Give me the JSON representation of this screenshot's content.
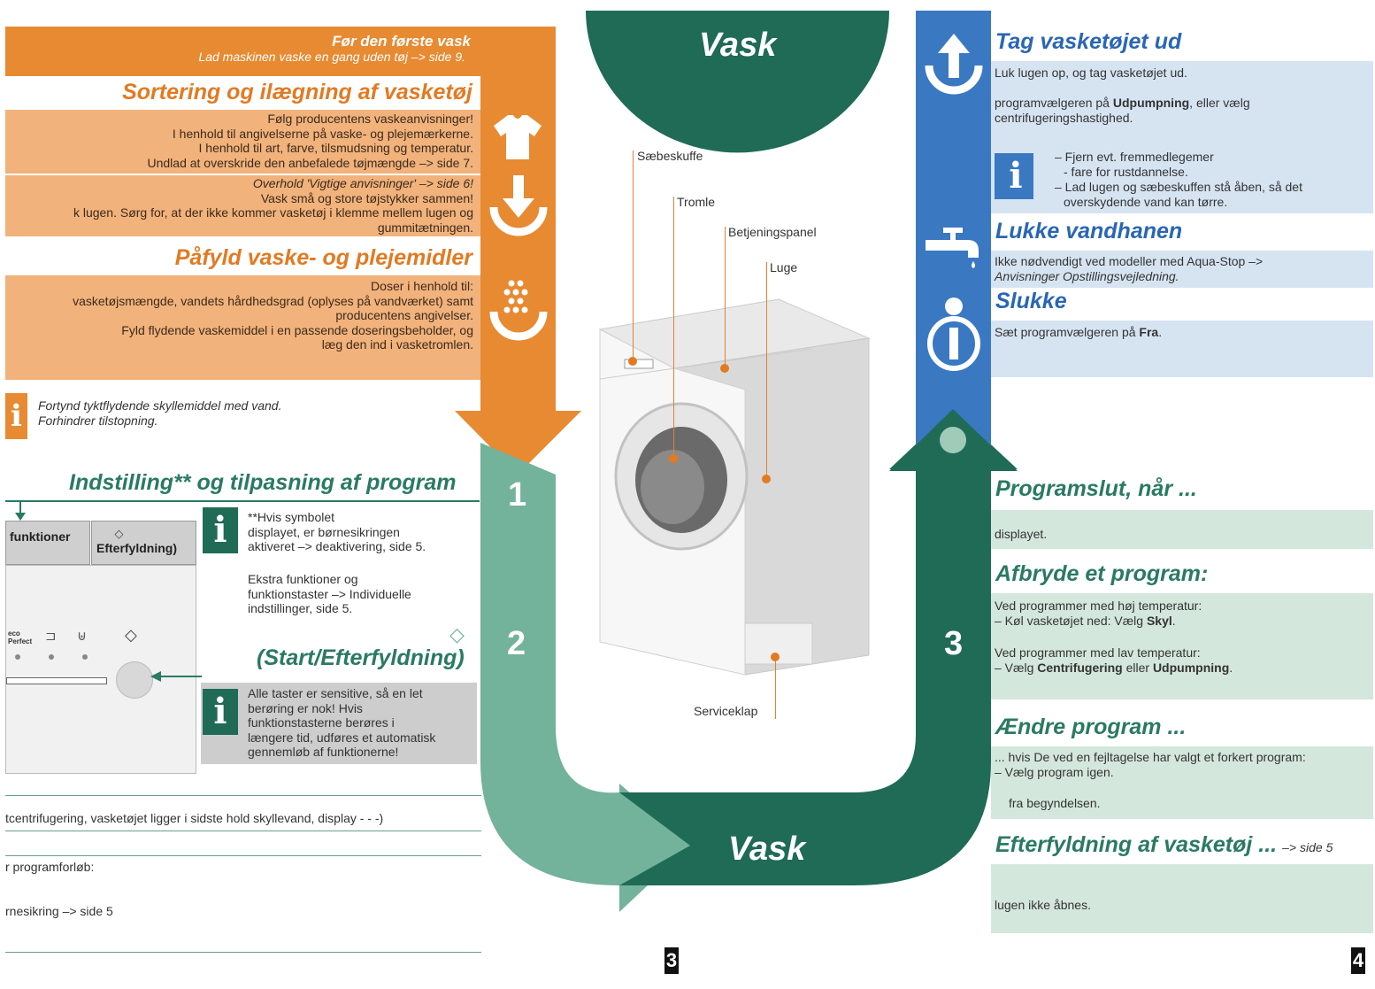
{
  "center": {
    "title_top": "Vask",
    "title_bottom": "Vask",
    "step1": "1",
    "step2": "2",
    "step3": "3"
  },
  "first_wash": {
    "title": "Før den første vask",
    "text": "Lad maskinen vaske en gang uden tøj –> side 9."
  },
  "sorting": {
    "title": "Sortering og ilægning af vasketøj",
    "lines_a": [
      "Følg producentens vaskeanvisninger!",
      "I henhold til angivelserne på vaske- og plejemærkerne.",
      "I henhold til art, farve, tilsmudsning og temperatur.",
      "Undlad at overskride den anbefalede tøjmængde –> side 7."
    ],
    "lines_b": [
      "Overhold 'Vigtige anvisninger' –> side 6!",
      "Vask små og store tøjstykker sammen!",
      "k lugen. Sørg for, at der ikke kommer vasketøj i klemme mellem lugen og",
      "gummitætningen."
    ]
  },
  "detergent": {
    "title": "Påfyld vaske- og plejemidler",
    "lines": [
      "Doser i henhold til:",
      "vasketøjsmængde, vandets hårdhedsgrad (oplyses på vandværket) samt",
      "producentens angivelser.",
      "Fyld flydende vaskemiddel i en passende doseringsbeholder, og",
      "læg den ind i vasketromlen."
    ]
  },
  "info_softener": {
    "icon": "i",
    "lines": [
      "Fortynd tyktflydende skyllemiddel med vand.",
      "Forhindrer tilstopning."
    ]
  },
  "setting": {
    "title": "Indstilling** og tilpasning af program",
    "tab_functions": "funktioner",
    "tab_refill": "Efterfyldning)",
    "info_lines": [
      "**Hvis symbolet",
      "displayet, er børnesikringen",
      "aktiveret –> deaktivering, side 5."
    ],
    "extra_lines": [
      "Ekstra funktioner og",
      "funktionstaster –> Individuelle",
      "indstillinger, side 5."
    ],
    "start_title": "(Start/Efterfyldning)",
    "touch_lines": [
      "Alle taster er sensitive, så en let",
      "berøring er nok! Hvis",
      "funktionstasterne berøres i",
      "længere tid, udføres et automatisk",
      "gennemløb af funktionerne!"
    ],
    "panel_eco": "eco Perfect"
  },
  "bottom_left": {
    "line1": "tcentrifugering, vasketøjet ligger i sidste hold skyllevand, display - - -)",
    "line2": "r programforløb:",
    "line3": "rnesikring –> side 5"
  },
  "machine": {
    "soap": "Sæbeskuffe",
    "drum": "Tromle",
    "panel": "Betjeningspanel",
    "door": "Luge",
    "service": "Serviceklap"
  },
  "take_out": {
    "title": "Tag vasketøjet ud",
    "line1": "Luk lugen op, og tag vasketøjet ud.",
    "line2a": "programvælgeren på ",
    "line2b": "Udpumpning",
    "line2c": ", eller vælg",
    "line3": "centrifugeringshastighed.",
    "info_lines": [
      "– Fjern evt. fremmedlegemer",
      "- fare for rustdannelse.",
      "– Lad lugen og sæbeskuffen stå åben, så det",
      "overskydende vand kan tørre."
    ]
  },
  "tap": {
    "title": "Lukke vandhanen",
    "line1": "Ikke nødvendigt ved modeller med Aqua-Stop –>",
    "line2": "Anvisninger Opstillingsvejledning."
  },
  "off": {
    "title": "Slukke",
    "text_a": "Sæt programvælgeren på ",
    "text_b": "Fra",
    "text_c": "."
  },
  "program_end": {
    "title": "Programslut, når ...",
    "text": "displayet."
  },
  "abort": {
    "title": "Afbryde et program:",
    "l1": "Ved programmer med høj temperatur:",
    "l2a": "– Køl vasketøjet ned: Vælg ",
    "l2b": "Skyl",
    "l2c": ".",
    "l3": "Ved programmer med lav temperatur:",
    "l4a": "– Vælg ",
    "l4b": "Centrifugering",
    "l4c": " eller ",
    "l4d": "Udpumpning",
    "l4e": "."
  },
  "change": {
    "title": "Ændre program ...",
    "l1": "... hvis De ved en fejltagelse har valgt et forkert program:",
    "l2": "– Vælg program igen.",
    "l3": "fra begyndelsen."
  },
  "refill": {
    "title": "Efterfyldning af vasketøj ...",
    "ref": "–> side 5",
    "text": "lugen ikke åbnes."
  },
  "pages": {
    "left": "3",
    "right": "4"
  }
}
